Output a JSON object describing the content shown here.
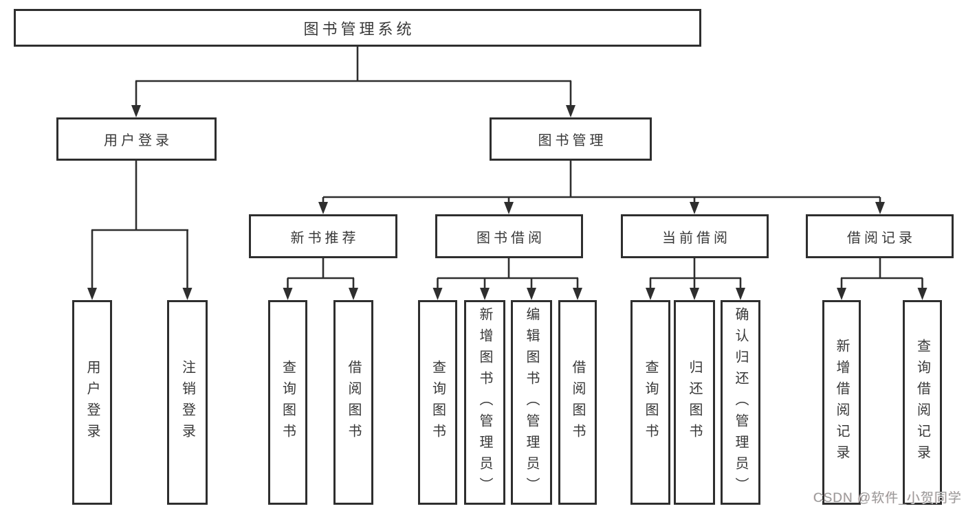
{
  "diagram": {
    "type": "hierarchy-tree",
    "background_color": "#ffffff",
    "line_color": "#2e2e2e",
    "text_color": "#383838",
    "tree": {
      "label": "图书管理系统",
      "children": [
        {
          "label": "用户登录",
          "children": [
            {
              "label": "用户登录"
            },
            {
              "label": "注销登录"
            }
          ]
        },
        {
          "label": "图书管理",
          "children": [
            {
              "label": "新书推荐",
              "children": [
                {
                  "label": "查询图书"
                },
                {
                  "label": "借阅图书"
                }
              ]
            },
            {
              "label": "图书借阅",
              "children": [
                {
                  "label": "查询图书"
                },
                {
                  "label": "新增图书（管理员）"
                },
                {
                  "label": "编辑图书（管理员）"
                },
                {
                  "label": "借阅图书"
                }
              ]
            },
            {
              "label": "当前借阅",
              "children": [
                {
                  "label": "查询图书"
                },
                {
                  "label": "归还图书"
                },
                {
                  "label": "确认归还（管理员）"
                }
              ]
            },
            {
              "label": "借阅记录",
              "children": [
                {
                  "label": "新增借阅记录"
                },
                {
                  "label": "查询借阅记录"
                }
              ]
            }
          ]
        }
      ]
    },
    "watermark": {
      "text": "CSDN @软件_小贺同学",
      "color": "#9a9a9a"
    }
  }
}
